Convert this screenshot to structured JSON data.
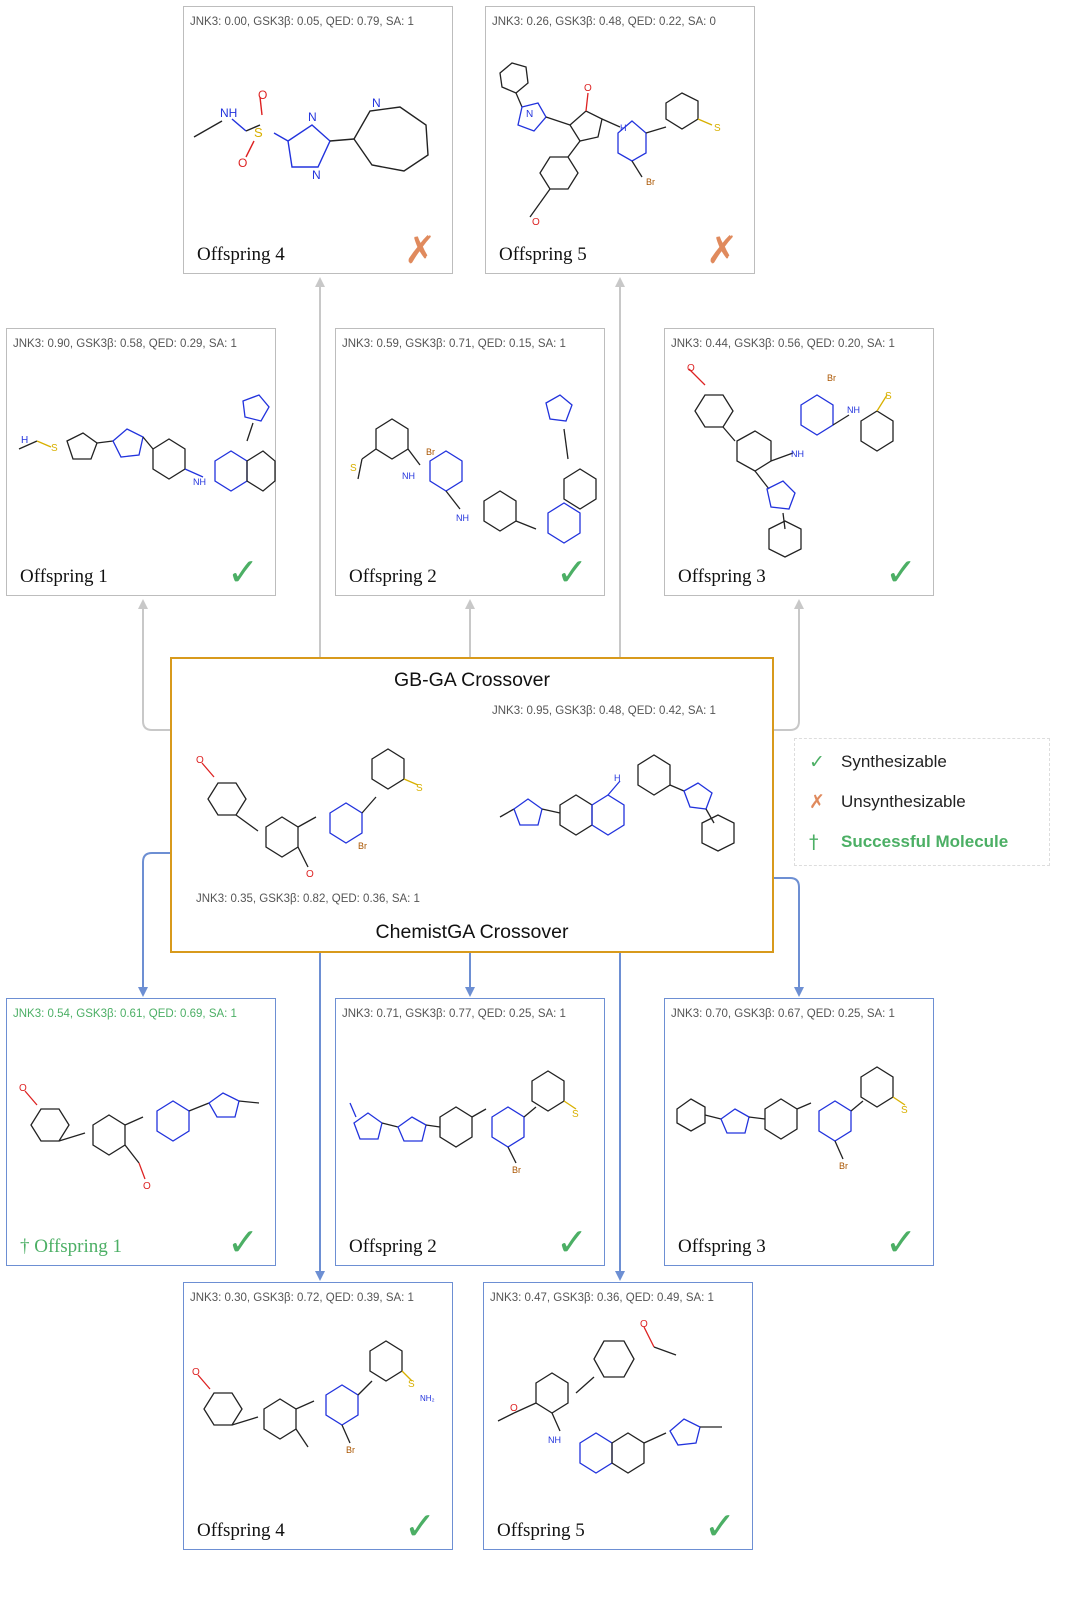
{
  "center": {
    "top_title": "GB-GA Crossover",
    "bottom_title": "ChemistGA Crossover",
    "parent_a_metrics": "JNK3: 0.35, GSK3β: 0.82, QED: 0.36, SA: 1",
    "parent_b_metrics": "JNK3: 0.95, GSK3β: 0.48, QED: 0.42, SA: 1"
  },
  "legend": {
    "items": [
      {
        "symbol": "✓",
        "label": "Synthesizable",
        "color": "#4caf65"
      },
      {
        "symbol": "✗",
        "label": "Unsynthesizable",
        "color": "#e08a5d"
      },
      {
        "symbol": "†",
        "label": "Successful Molecule",
        "color": "#4caf65"
      }
    ]
  },
  "gbga_offspring": [
    {
      "label": "Offspring 1",
      "metrics": "JNK3: 0.90, GSK3β: 0.58, QED: 0.29, SA: 1",
      "mark": "✓"
    },
    {
      "label": "Offspring 2",
      "metrics": "JNK3: 0.59, GSK3β: 0.71, QED: 0.15, SA: 1",
      "mark": "✓"
    },
    {
      "label": "Offspring 3",
      "metrics": "JNK3: 0.44, GSK3β: 0.56, QED: 0.20, SA: 1",
      "mark": "✓"
    },
    {
      "label": "Offspring 4",
      "metrics": "JNK3: 0.00, GSK3β: 0.05, QED: 0.79, SA: 1",
      "mark": "✗"
    },
    {
      "label": "Offspring 5",
      "metrics": "JNK3: 0.26, GSK3β: 0.48, QED: 0.22, SA: 0",
      "mark": "✗"
    }
  ],
  "chemistga_offspring": [
    {
      "label": "† Offspring 1",
      "metrics": "JNK3: 0.54, GSK3β: 0.61, QED: 0.69, SA: 1",
      "mark": "✓"
    },
    {
      "label": "Offspring 2",
      "metrics": "JNK3: 0.71, GSK3β: 0.77, QED: 0.25, SA: 1",
      "mark": "✓"
    },
    {
      "label": "Offspring 3",
      "metrics": "JNK3: 0.70, GSK3β: 0.67, QED: 0.25, SA: 1",
      "mark": "✓"
    },
    {
      "label": "Offspring 4",
      "metrics": "JNK3: 0.30, GSK3β: 0.72, QED: 0.39, SA: 1",
      "mark": "✓"
    },
    {
      "label": "Offspring 5",
      "metrics": "JNK3: 0.47, GSK3β: 0.36, QED: 0.49, SA: 1",
      "mark": "✓"
    }
  ],
  "atom_labels": {
    "nh": "NH",
    "h": "H",
    "n": "N",
    "o": "O",
    "s": "S",
    "br": "Br",
    "nh2": "NH₂"
  },
  "colors": {
    "gbga_arrow": "#c8c8c8",
    "chemistga_arrow": "#6d8fd3",
    "center_border": "#d89a1c",
    "success": "#4caf65",
    "failure": "#e08a5d"
  }
}
